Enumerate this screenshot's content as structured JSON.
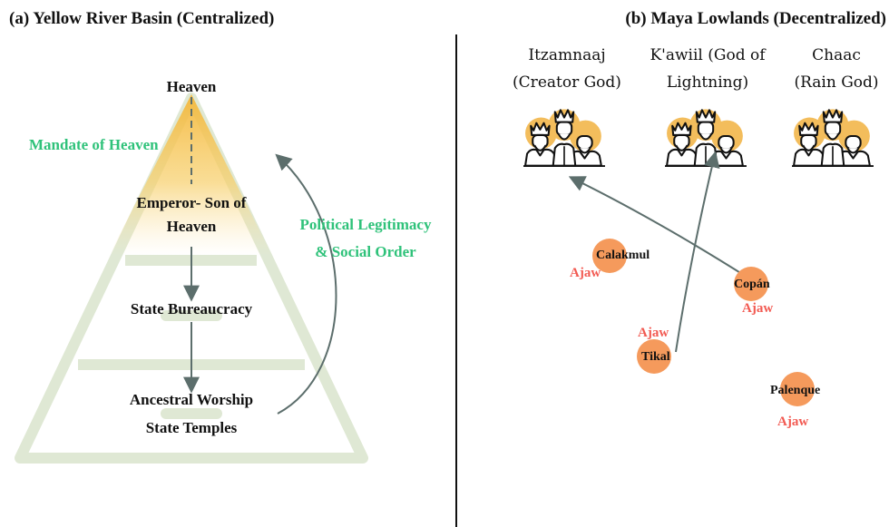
{
  "panel_a": {
    "title": "(a) Yellow River Basin (Centralized)",
    "heaven": "Heaven",
    "mandate": "Mandate of Heaven",
    "emperor_line1": "Emperor- Son of",
    "emperor_line2": "Heaven",
    "bureaucracy": "State Bureaucracy",
    "worship_line1": "Ancestral Worship",
    "worship_line2": "State Temples",
    "legitimacy_line1": "Political Legitimacy",
    "legitimacy_line2": "& Social Order"
  },
  "panel_b": {
    "title": "(b) Maya Lowlands (Decentralized)",
    "deities": [
      {
        "line1": "Itzamnaaj",
        "line2": "(Creator God)",
        "icon": "deity-group-icon"
      },
      {
        "line1": "K'awiil (God of",
        "line2": "Lightning)",
        "icon": "deity-group-icon"
      },
      {
        "line1": "Chaac",
        "line2": "(Rain God)",
        "icon": "deity-group-icon"
      }
    ],
    "cities": [
      {
        "name": "Calakmul",
        "title": "Ajaw"
      },
      {
        "name": "Copán",
        "title": "Ajaw"
      },
      {
        "name": "Tikal",
        "title": "Ajaw"
      },
      {
        "name": "Palenque",
        "title": "Ajaw"
      }
    ]
  },
  "colors": {
    "pyramid_green": "#dfe8d4",
    "accent_green": "#2fc27a",
    "city_orange": "#f59a5c",
    "ajaw_red": "#f25a52",
    "arrow_gray": "#5c6e6c",
    "glow": "#f6c14a"
  }
}
